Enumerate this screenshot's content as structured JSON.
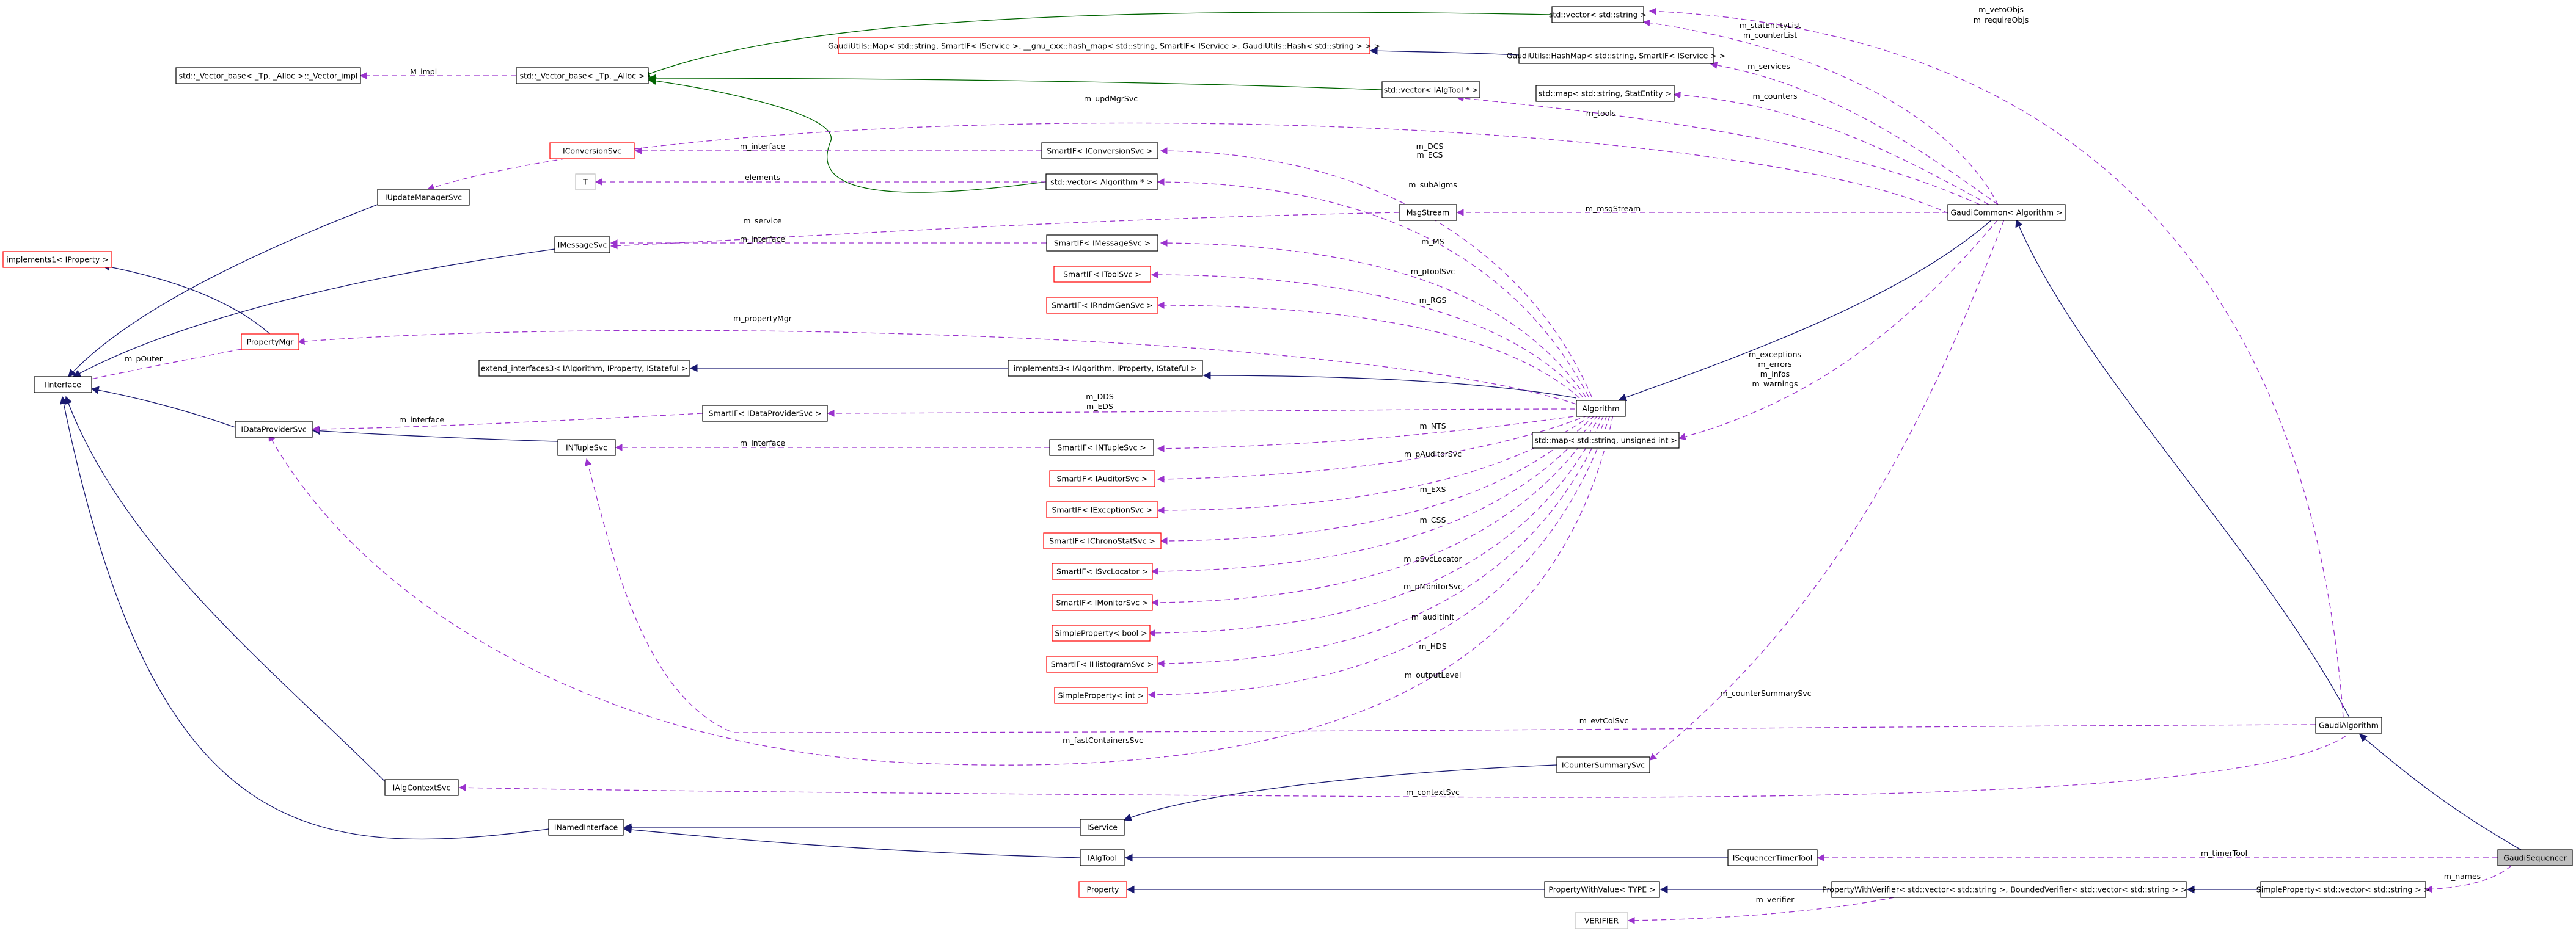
{
  "colors": {
    "use_edge": "#9a32cd",
    "inherit_edge": "#191970",
    "template_edge": "#006400",
    "node_border_normal": "#000000",
    "node_border_undocumented": "#ff0000",
    "node_border_external": "#bfbfbf",
    "highlight_fill": "#bfbfbf"
  },
  "nodes": {
    "gaudi_sequencer": "GaudiSequencer",
    "gaudi_algorithm": "GaudiAlgorithm",
    "gaudi_common_algorithm": "GaudiCommon< Algorithm >",
    "algorithm": "Algorithm",
    "simple_property_vector": "SimpleProperty< std::vector< std::string > >",
    "property_with_verifier": "PropertyWithVerifier< std::vector< std::string >, BoundedVerifier< std::vector< std::string > > >",
    "property_with_value": "PropertyWithValue< TYPE >",
    "property": "Property",
    "verifier": "VERIFIER",
    "isequencer_timer_tool": "ISequencerTimerTool",
    "ialg_tool": "IAlgTool",
    "inamed_interface": "INamedInterface",
    "iinterface": "IInterface",
    "iservice": "IService",
    "icounter_summary_svc": "ICounterSummarySvc",
    "ialg_context_svc": "IAlgContextSvc",
    "idata_provider_svc": "IDataProviderSvc",
    "intuple_svc": "INTupleSvc",
    "imessage_svc": "IMessageSvc",
    "iupdate_manager_svc": "IUpdateManagerSvc",
    "property_mgr": "PropertyMgr",
    "implements1_iproperty": "implements1< IProperty >",
    "iconversion_svc": "IConversionSvc",
    "t_param": "T",
    "vector_impl": "std::_Vector_base< _Tp, _Alloc >::_Vector_impl",
    "vector_base": "std::_Vector_base< _Tp, _Alloc >",
    "vector_string": "std::vector< std::string >",
    "gaudi_utils_map": "GaudiUtils::Map< std::string, SmartIF< IService >, __gnu_cxx::hash_map< std::string, SmartIF< IService >, GaudiUtils::Hash< std::string > > >",
    "gaudi_utils_hashmap": "GaudiUtils::HashMap< std::string, SmartIF< IService > >",
    "vector_ialgtool": "std::vector< IAlgTool * >",
    "map_stat_entity": "std::map< std::string, StatEntity >",
    "map_unsigned": "std::map< std::string, unsigned int >",
    "smartif_iconversion": "SmartIF< IConversionSvc >",
    "vector_algorithm": "std::vector< Algorithm * >",
    "msg_stream": "MsgStream",
    "smartif_imessage": "SmartIF< IMessageSvc >",
    "smartif_itool": "SmartIF< IToolSvc >",
    "smartif_irndmgen": "SmartIF< IRndmGenSvc >",
    "extend_interfaces3": "extend_interfaces3< IAlgorithm, IProperty, IStateful >",
    "implements3": "implements3< IAlgorithm, IProperty, IStateful >",
    "smartif_idataprovider": "SmartIF< IDataProviderSvc >",
    "smartif_intuple": "SmartIF< INTupleSvc >",
    "smartif_iauditor": "SmartIF< IAuditorSvc >",
    "smartif_iexception": "SmartIF< IExceptionSvc >",
    "smartif_ichronostat": "SmartIF< IChronoStatSvc >",
    "smartif_isvclocator": "SmartIF< ISvcLocator >",
    "smartif_imonitor": "SmartIF< IMonitorSvc >",
    "simple_property_bool": "SimpleProperty< bool >",
    "smartif_ihistogram": "SmartIF< IHistogramSvc >",
    "simple_property_int": "SimpleProperty< int >"
  },
  "edge_labels": {
    "m_vetoObjs": "m_vetoObjs",
    "m_requireObjs": "m_requireObjs",
    "m_statEntityList": "m_statEntityList",
    "m_counterList": "m_counterList",
    "m_services": "m_services",
    "m_counters": "m_counters",
    "m_tools": "m_tools",
    "m_updMgrSvc": "m_updMgrSvc",
    "m_impl": "_M_impl",
    "m_interface_conv": "m_interface",
    "elements": "elements",
    "m_DCS": "m_DCS",
    "m_ECS": "m_ECS",
    "m_subAlgms": "m_subAlgms",
    "m_msgStream": "m_msgStream",
    "m_service": "m_service",
    "m_interface_msg": "m_interface",
    "m_MS": "m_MS",
    "m_ptoolSvc": "m_ptoolSvc",
    "m_RGS": "m_RGS",
    "m_propertyMgr": "m_propertyMgr",
    "m_pOuter": "m_pOuter",
    "m_exceptions": "m_exceptions",
    "m_errors": "m_errors",
    "m_infos": "m_infos",
    "m_warnings": "m_warnings",
    "m_DDS": "m_DDS",
    "m_EDS": "m_EDS",
    "m_interface_dp": "m_interface",
    "m_NTS": "m_NTS",
    "m_interface_nt": "m_interface",
    "m_pAuditorSvc": "m_pAuditorSvc",
    "m_EXS": "m_EXS",
    "m_CSS": "m_CSS",
    "m_pSvcLocator": "m_pSvcLocator",
    "m_pMonitorSvc": "m_pMonitorSvc",
    "m_auditInit": "m_auditInit",
    "m_HDS": "m_HDS",
    "m_outputLevel": "m_outputLevel",
    "m_counterSummarySvc": "m_counterSummarySvc",
    "m_evtColSvc": "m_evtColSvc",
    "m_fastContainersSvc": "m_fastContainersSvc",
    "m_contextSvc": "m_contextSvc",
    "m_timerTool": "m_timerTool",
    "m_names": "m_names",
    "m_verifier": "m_verifier"
  }
}
